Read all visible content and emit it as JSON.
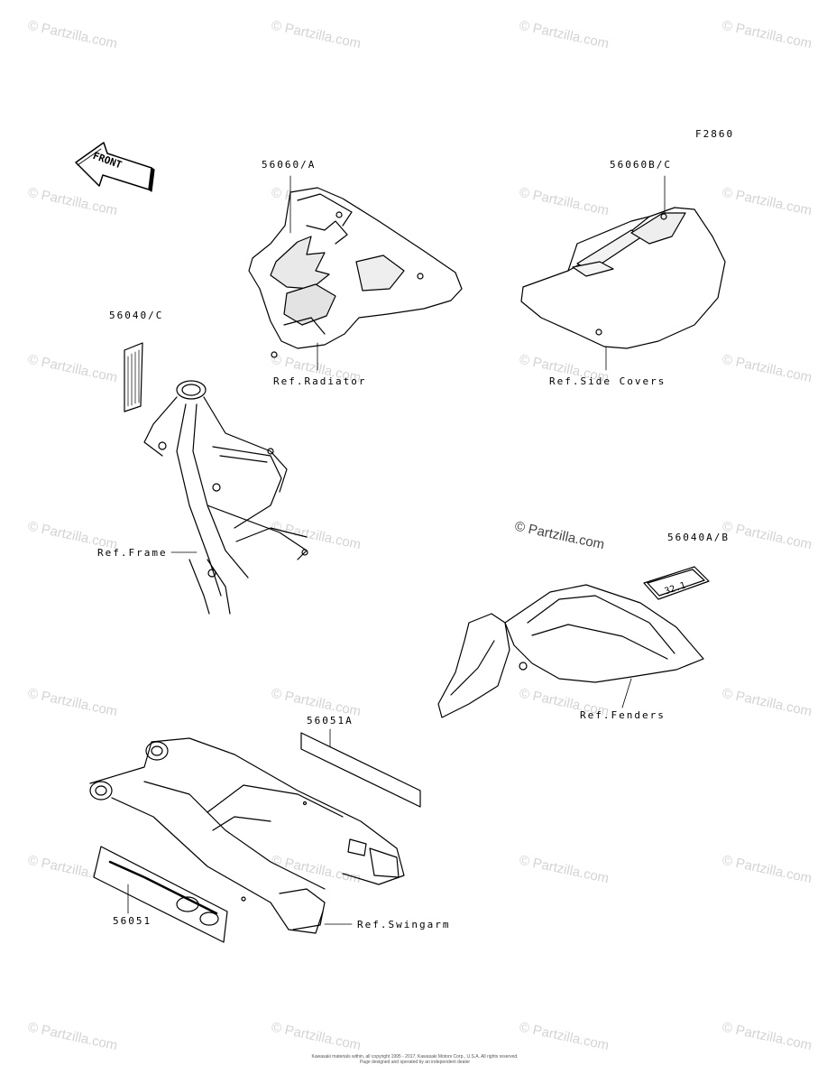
{
  "figure_code": "F2860",
  "front_arrow_label": "FRONT",
  "part_numbers": {
    "radiator_shroud": "56060/A",
    "side_cover": "56060B/C",
    "frame_label": "56040/C",
    "fender_label": "56040A/B",
    "swingarm_strip": "56051A",
    "swingarm_logo": "56051"
  },
  "references": {
    "radiator": "Ref.Radiator",
    "side_covers": "Ref.Side Covers",
    "frame": "Ref.Frame",
    "fenders": "Ref.Fenders",
    "swingarm": "Ref.Swingarm"
  },
  "fender_tag_text": "32.1",
  "watermark": "© Partzilla.com",
  "footer": {
    "line1": "Kawasaki materials within, all copyright 1995 - 2017, Kawasaki Motors Corp., U.S.A. All rights reserved.",
    "line2": "Page designed and operated by an independent dealer"
  }
}
